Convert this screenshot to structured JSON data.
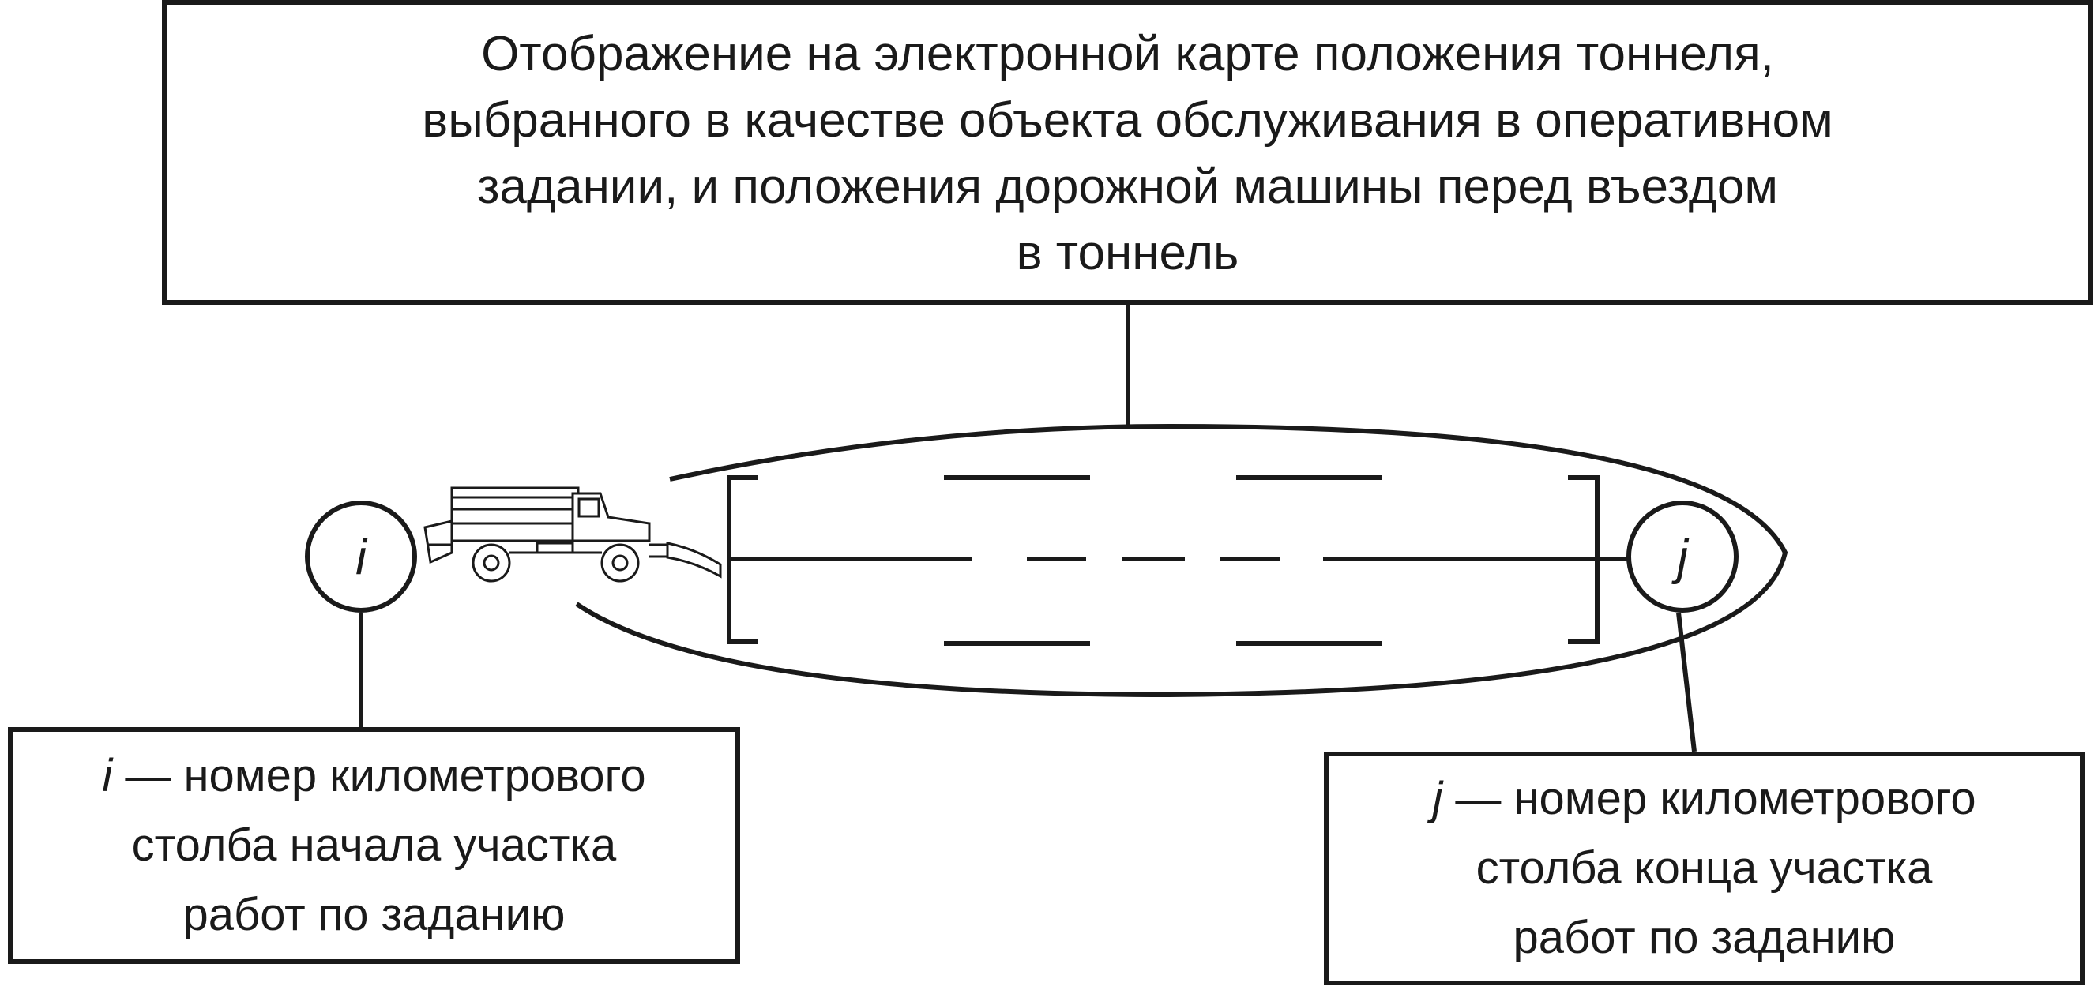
{
  "top_box": {
    "lines": [
      "Отображение на электронной карте положения тоннеля,",
      "выбранного в качестве объекта обслуживания в оперативном",
      "задании, и положения дорожной машины перед въездом",
      "в тоннель"
    ]
  },
  "node_i": {
    "label": "i"
  },
  "node_j": {
    "label": "j"
  },
  "left_box": {
    "symbol": "i",
    "lines": [
      " — номер километрового",
      "столба начала участка",
      "работ по заданию"
    ]
  },
  "right_box": {
    "symbol": "j",
    "lines": [
      " — номер километрового",
      "столба конца участка",
      "работ по заданию"
    ]
  },
  "colors": {
    "stroke": "#1a1a1a",
    "background": "#ffffff"
  },
  "icons": {
    "vehicle": "snowplow-truck-icon"
  }
}
